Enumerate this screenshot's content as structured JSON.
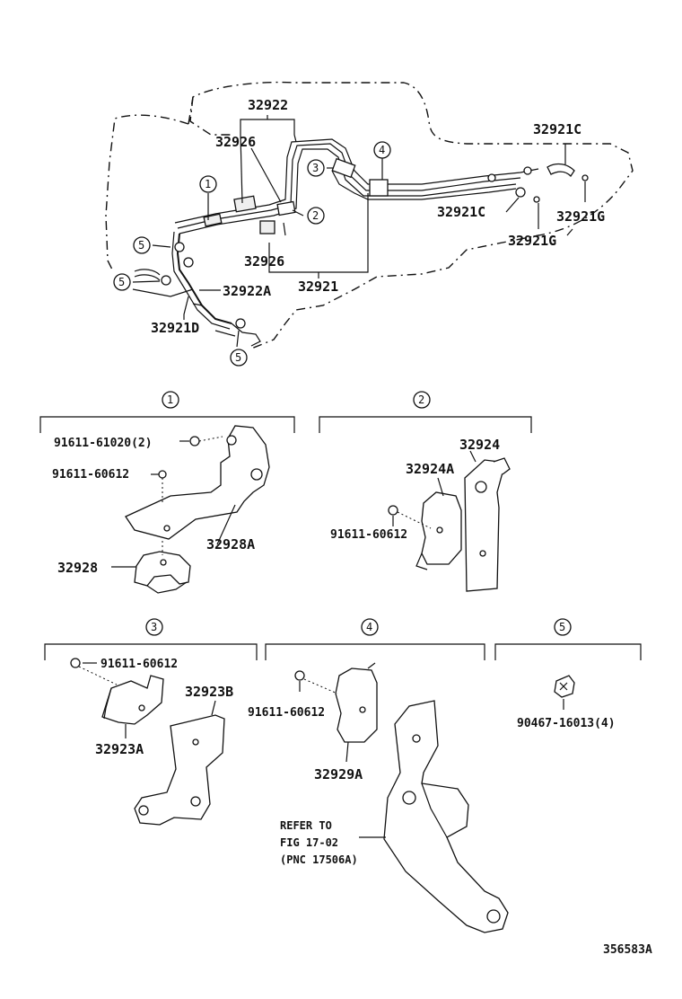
{
  "top": {
    "labels": {
      "p32922": "32922",
      "p32926_a": "32926",
      "p32926_b": "32926",
      "p32921C_a": "32921C",
      "p32921C_b": "32921C",
      "p32921G_a": "32921G",
      "p32921G_b": "32921G",
      "p32922A": "32922A",
      "p32921": "32921",
      "p32921D": "32921D"
    },
    "callouts": [
      "1",
      "2",
      "3",
      "4",
      "5",
      "5",
      "5"
    ]
  },
  "groups": {
    "g1": {
      "num": "1",
      "labels": [
        "91611-61020(2)",
        "91611-60612",
        "32928A",
        "32928"
      ]
    },
    "g2": {
      "num": "2",
      "labels": [
        "32924",
        "32924A",
        "91611-60612"
      ]
    },
    "g3": {
      "num": "3",
      "labels": [
        "91611-60612",
        "32923B",
        "32923A"
      ]
    },
    "g4": {
      "num": "4",
      "labels": [
        "91611-60612",
        "32929A"
      ],
      "note": [
        "REFER TO",
        "FIG 17-02",
        "(PNC 17506A)"
      ]
    },
    "g5": {
      "num": "5",
      "labels": [
        "90467-16013(4)"
      ]
    }
  },
  "footer": {
    "code": "356583A"
  }
}
